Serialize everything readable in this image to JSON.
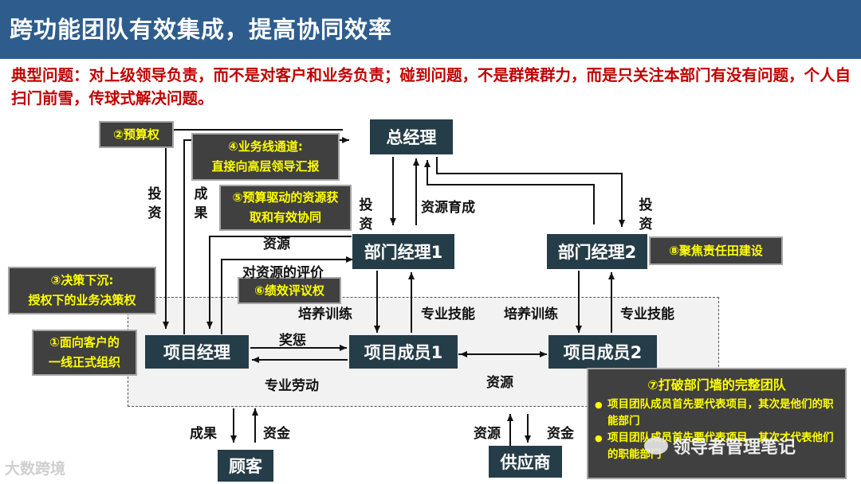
{
  "header": {
    "title": "跨功能团队有效集成，提高协同效率"
  },
  "intro": "典型问题：对上级领导负责，而不是对客户和业务负责；碰到问题，不是群策群力，而是只关注本部门有没有问题，个人自扫门前雪，传球式解决问题。",
  "nodes": {
    "gm": "总经理",
    "dm1": "部门经理1",
    "dm2": "部门经理2",
    "pm": "项目经理",
    "pm1": "项目成员1",
    "pm2": "项目成员2",
    "customer": "顾客",
    "supplier": "供应商"
  },
  "tags": {
    "budget": "②预算权",
    "channel_1": "④业务线通道:",
    "channel_2": "直接向高层领导汇报",
    "resource_1": "⑤预算驱动的资源获",
    "resource_2": "取和有效协同",
    "decision_1": "③决策下沉:",
    "decision_2": "授权下的业务决策权",
    "customer_facing_1": "①面向客户的",
    "customer_facing_2": "一线正式组织",
    "perf": "⑥绩效评议权",
    "focus": "⑧聚焦责任田建设"
  },
  "team": {
    "title": "⑦打破部门墙的完整团队",
    "item1": "项目团队成员首先要代表项目，其次是他们的职能部门",
    "item2": "项目团队成员首先要代表项目，其次才代表他们的职能部门"
  },
  "labels": {
    "invest_left": "投资",
    "result_left": "成果",
    "invest_dm1": "投资",
    "resource_dev": "资源育成",
    "invest_dm2": "投资",
    "resource": "资源",
    "eval": "对资源的评价",
    "train1": "培养训练",
    "skill1": "专业技能",
    "train2": "培养训练",
    "skill2": "专业技能",
    "reward": "奖惩",
    "labor": "专业劳动",
    "resource_members": "资源",
    "result_customer": "成果",
    "fund_customer": "资金",
    "resource_supplier": "资源",
    "fund_supplier": "资金"
  },
  "watermarks": {
    "left": "大数跨境",
    "right": "领导者管理笔记"
  }
}
